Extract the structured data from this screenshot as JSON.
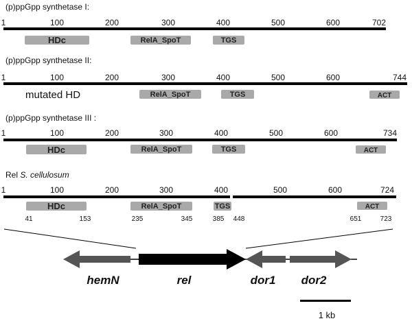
{
  "synthetases": [
    {
      "title": "(p)ppGpp synthetase I:",
      "length": 702,
      "ticks": [
        "1",
        "100",
        "200",
        "300",
        "400",
        "500",
        "600",
        "702"
      ],
      "domains": [
        {
          "label": "HDc",
          "start": 41,
          "end": 160,
          "style": "box"
        },
        {
          "label": "RelA_SpoT",
          "start": 235,
          "end": 345,
          "style": "box"
        },
        {
          "label": "TGS",
          "start": 385,
          "end": 440,
          "style": "box"
        }
      ]
    },
    {
      "title": "(p)ppGpp synthetase II:",
      "length": 744,
      "ticks": [
        "1",
        "100",
        "200",
        "300",
        "400",
        "500",
        "600",
        "744"
      ],
      "domains": [
        {
          "label": "mutated HD",
          "start": 41,
          "end": 160,
          "style": "outline"
        },
        {
          "label": "RelA_SpoT",
          "start": 250,
          "end": 360,
          "style": "box"
        },
        {
          "label": "TGS",
          "start": 400,
          "end": 455,
          "style": "box"
        },
        {
          "label": "ACT",
          "start": 668,
          "end": 725,
          "style": "box"
        }
      ]
    },
    {
      "title": "(p)ppGpp synthetase III :",
      "length": 734,
      "ticks": [
        "1",
        "100",
        "200",
        "300",
        "400",
        "500",
        "600",
        "734"
      ],
      "domains": [
        {
          "label": "HDc",
          "start": 41,
          "end": 160,
          "style": "box"
        },
        {
          "label": "RelA_SpoT",
          "start": 235,
          "end": 345,
          "style": "box"
        },
        {
          "label": "TGS",
          "start": 385,
          "end": 440,
          "style": "box"
        },
        {
          "label": "ACT",
          "start": 651,
          "end": 723,
          "style": "box"
        }
      ]
    },
    {
      "title_prefix": "Rel ",
      "title_species": "S. cellulosum",
      "length": 724,
      "ticks": [
        "1",
        "100",
        "200",
        "300",
        "400",
        "500",
        "600",
        "724"
      ],
      "domains": [
        {
          "label": "HDc",
          "start": 41,
          "end": 153,
          "style": "box"
        },
        {
          "label": "RelA_SpoT",
          "start": 235,
          "end": 345,
          "style": "box"
        },
        {
          "label": "TGS",
          "start": 385,
          "end": 420,
          "style": "box"
        },
        {
          "label": "ACT",
          "start": 651,
          "end": 723,
          "style": "box"
        }
      ],
      "positions": [
        "41",
        "153",
        "235",
        "345",
        "385",
        "448",
        "651",
        "723"
      ]
    }
  ],
  "genes": {
    "hemN": "hemN",
    "rel": "rel",
    "dor1": "dor1",
    "dor2": "dor2"
  },
  "scale_bar": "1 kb",
  "colors": {
    "domain_fill": "#a9a9a9",
    "gene_arrow": "#555555",
    "bar": "#000000"
  }
}
